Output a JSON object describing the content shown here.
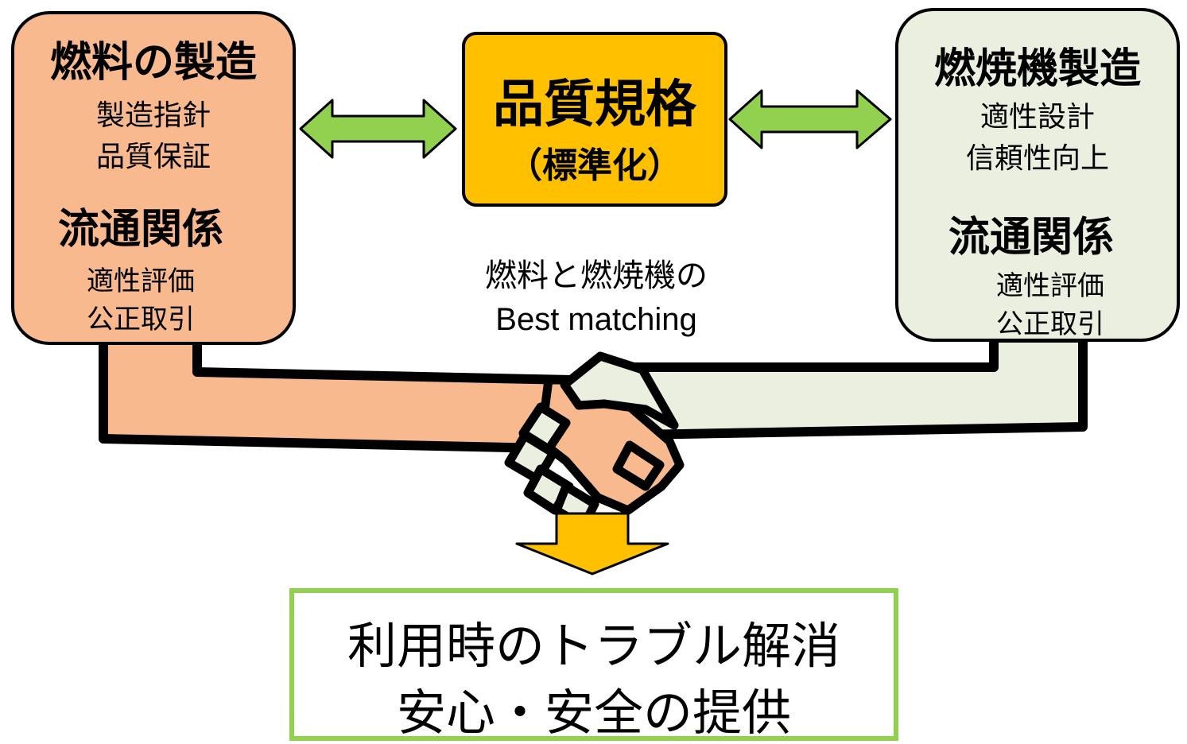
{
  "left_box": {
    "heading": "燃料の製造",
    "items_1": [
      "製造指針",
      "品質保証"
    ],
    "heading_2": "流通関係",
    "items_2": [
      "適性評価",
      "公正取引"
    ],
    "fill": "#f8b98f"
  },
  "center_box": {
    "title": "品質規格",
    "subtitle": "（標準化）",
    "fill": "#ffc000"
  },
  "right_box": {
    "heading": "燃焼機製造",
    "items_1": [
      "適性設計",
      "信頼性向上"
    ],
    "heading_2": "流通関係",
    "items_2": [
      "適性評価",
      "公正取引"
    ],
    "fill": "#ebefe0"
  },
  "matching_label": {
    "line1": "燃料と燃焼機の",
    "line2": "Best matching"
  },
  "result_box": {
    "line1": "利用時のトラブル解消",
    "line2": "安心・安全の提供",
    "border": "#92d050"
  },
  "colors": {
    "arrow_green": "#92d050",
    "arrow_yellow": "#ffc000",
    "outline": "#000000"
  },
  "icons": [
    "double-arrow-icon",
    "handshake-icon",
    "down-arrow-icon"
  ]
}
